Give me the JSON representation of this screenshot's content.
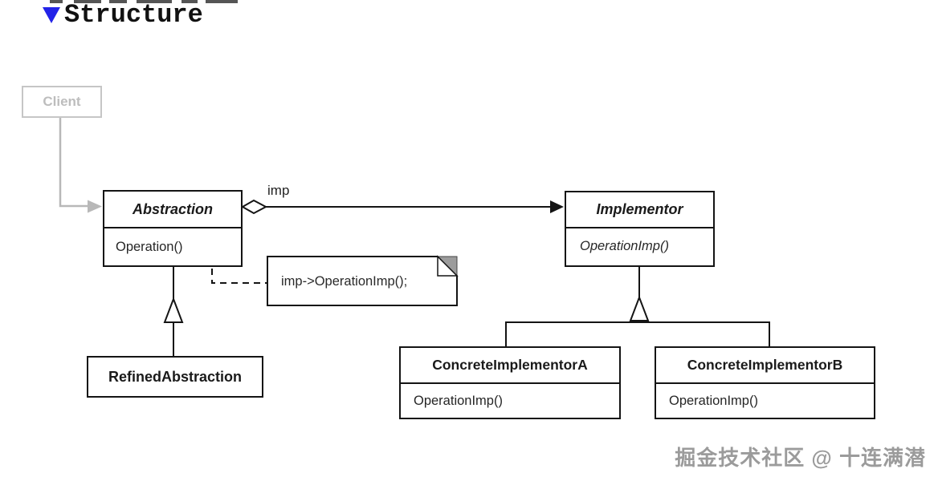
{
  "header": {
    "title": "Structure",
    "marker_icon": "blue-triangle-down",
    "marker_color": "#2323e8"
  },
  "diagram": {
    "type": "uml-class-diagram",
    "pattern": "Bridge (GoF) structure",
    "classes": [
      {
        "name": "Client",
        "stereotype": "ghost",
        "methods": []
      },
      {
        "name": "Abstraction",
        "abstract": true,
        "methods": [
          "Operation()"
        ]
      },
      {
        "name": "Implementor",
        "abstract": true,
        "methods": [
          "OperationImp()"
        ]
      },
      {
        "name": "RefinedAbstraction",
        "abstract": false,
        "methods": []
      },
      {
        "name": "ConcreteImplementorA",
        "abstract": false,
        "methods": [
          "OperationImp()"
        ]
      },
      {
        "name": "ConcreteImplementorB",
        "abstract": false,
        "methods": [
          "OperationImp()"
        ]
      }
    ],
    "association_label": "imp",
    "note": {
      "text": "imp->OperationImp();"
    },
    "relations": [
      {
        "from": "Client",
        "to": "Abstraction",
        "type": "dependency-arrow",
        "color": "#b8b8b8"
      },
      {
        "from": "Abstraction",
        "to": "Implementor",
        "type": "aggregation-arrow",
        "label": "imp"
      },
      {
        "from": "RefinedAbstraction",
        "to": "Abstraction",
        "type": "inheritance"
      },
      {
        "from": "ConcreteImplementorA",
        "to": "Implementor",
        "type": "inheritance"
      },
      {
        "from": "ConcreteImplementorB",
        "to": "Implementor",
        "type": "inheritance"
      },
      {
        "from": "note",
        "to": "Abstraction.Operation()",
        "type": "dashed-note-anchor"
      }
    ],
    "colors": {
      "line": "#141414",
      "ghost": "#bdbdbd",
      "note_fold": "#9c9c9c",
      "box_fill": "#ffffff"
    }
  },
  "watermark": {
    "text": "掘金技术社区 @ 十连满潜",
    "color": "#9b9b9b"
  }
}
